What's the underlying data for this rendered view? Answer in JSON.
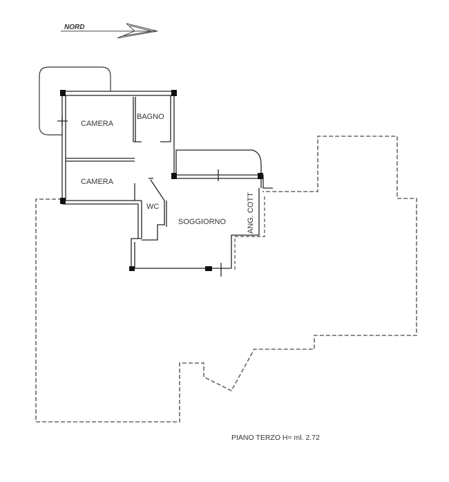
{
  "compass": {
    "label": "NORD",
    "icon": "north-arrow-icon"
  },
  "rooms": {
    "camera_1": "CAMERA",
    "bagno": "BAGNO",
    "camera_2": "CAMERA",
    "wc": "WC",
    "soggiorno": "SOGGIORNO",
    "angolo_cottura": "ANG. COTT"
  },
  "caption": "PIANO TERZO H= ml. 2.72",
  "colors": {
    "wall": "#222222",
    "dashed": "#666666",
    "post": "#111111"
  }
}
